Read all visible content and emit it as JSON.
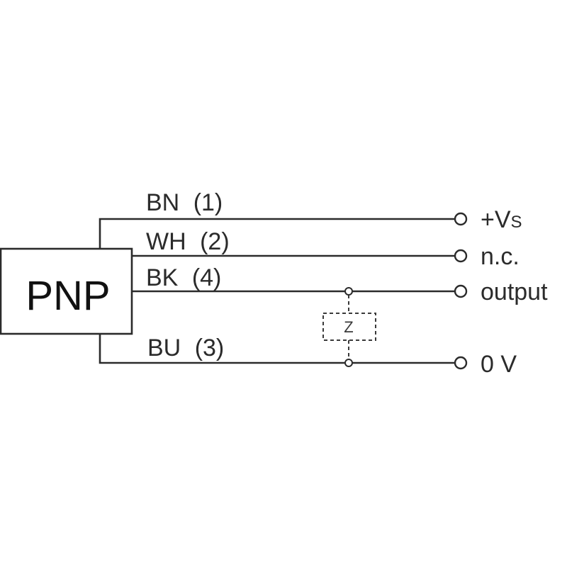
{
  "device": {
    "label": "PNP"
  },
  "wires": [
    {
      "id": "bn",
      "color_code": "BN",
      "pin": "(1)"
    },
    {
      "id": "wh",
      "color_code": "WH",
      "pin": "(2)"
    },
    {
      "id": "bk",
      "color_code": "BK",
      "pin": "(4)"
    },
    {
      "id": "bu",
      "color_code": "BU",
      "pin": "(3)"
    }
  ],
  "terminals": {
    "supply": {
      "main": "+V",
      "sub": "S"
    },
    "nc": "n.c.",
    "output": "output",
    "ground": "0 V"
  },
  "load": {
    "label": "Z"
  }
}
